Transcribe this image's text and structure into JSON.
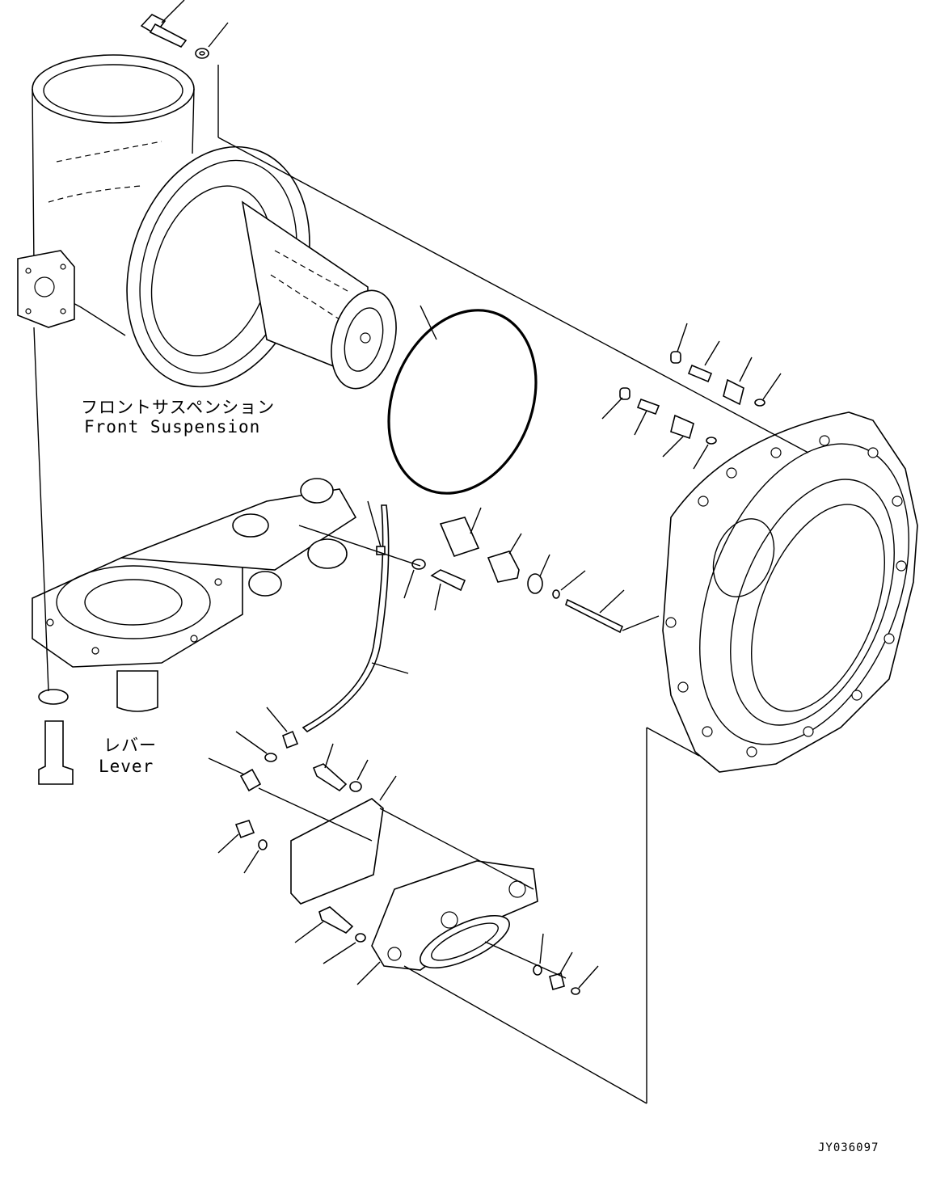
{
  "labels": {
    "front_suspension_jp": "フロントサスペンション",
    "front_suspension_en": "Front Suspension",
    "lever_jp": "レバー",
    "lever_en": "Lever"
  },
  "drawing_code": "JY036097",
  "colors": {
    "line": "#000000",
    "background": "#ffffff"
  }
}
